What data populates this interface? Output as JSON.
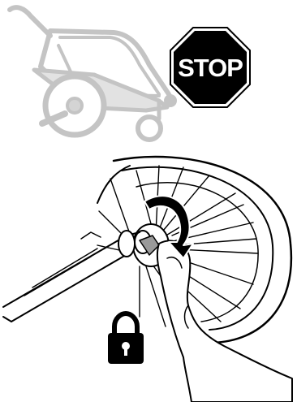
{
  "stop_sign": {
    "label": "STOP",
    "color": "#000000",
    "text_color": "#ffffff"
  },
  "icons": {
    "trailer": "bike-trailer-illustration",
    "stop": "stop-sign-icon",
    "wheel": "wheel-installation-illustration",
    "rotate": "rotate-arrow-icon",
    "lock": "padlock-icon"
  },
  "colors": {
    "trailer_gray": "#c8c8c8",
    "line": "#000000",
    "background": "#ffffff"
  }
}
